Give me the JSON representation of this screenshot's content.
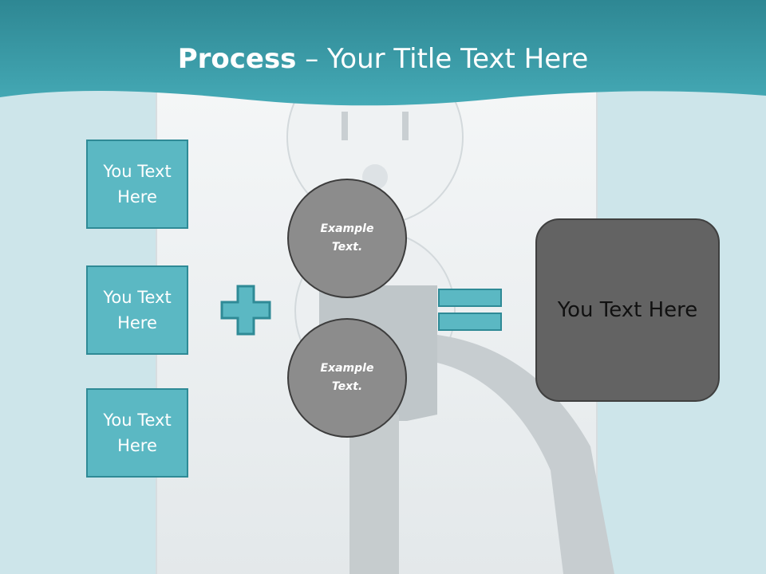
{
  "title": {
    "bold": "Process",
    "rest": " – Your Title Text Here"
  },
  "inputs": [
    {
      "label": "You Text Here"
    },
    {
      "label": "You Text Here"
    },
    {
      "label": "You Text Here"
    }
  ],
  "examples": [
    {
      "label": "Example Text."
    },
    {
      "label": "Example Text."
    }
  ],
  "result": {
    "label": "You Text Here"
  },
  "colors": {
    "banner": "#3a9fab",
    "box_fill": "#5bb8c3",
    "box_border": "#2f8a96",
    "circle_fill": "#8c8c8c",
    "result_fill": "#636363"
  }
}
